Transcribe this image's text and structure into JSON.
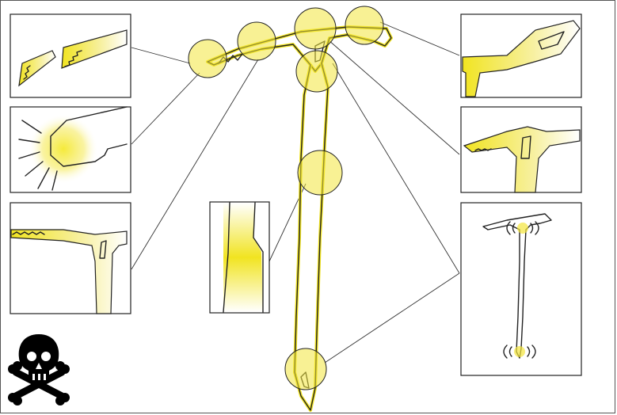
{
  "colors": {
    "highlight": "#f3e63c",
    "highlight_stroke": "#f1e421",
    "line": "#222222",
    "background": "#ffffff"
  },
  "icons": [
    "skull-crossbones-icon",
    "vibration-icon"
  ],
  "callouts": [
    "pick-teeth-detail",
    "pick-tip-impact-detail",
    "pick-head-joint-detail",
    "shaft-bend-detail",
    "adze-detail",
    "head-shaft-junction-detail",
    "vibration-detail"
  ]
}
